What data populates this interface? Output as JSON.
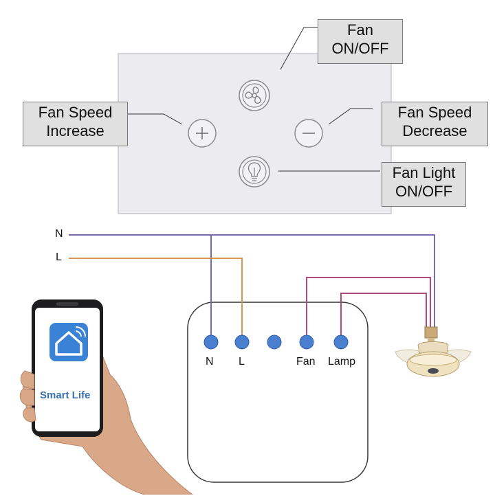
{
  "callouts": {
    "fan_toggle": [
      "Fan",
      "ON/OFF"
    ],
    "speed_increase": [
      "Fan Speed",
      "Increase"
    ],
    "speed_decrease": [
      "Fan Speed",
      "Decrease"
    ],
    "light_toggle": [
      "Fan Light",
      "ON/OFF"
    ]
  },
  "wires": {
    "neutral": "N",
    "live": "L"
  },
  "terminals": [
    "N",
    "L",
    "",
    "Fan",
    "Lamp"
  ],
  "phone": {
    "app_name": "Smart Life",
    "icon": "home-wifi-icon"
  },
  "icons": {
    "fan": "fan-icon",
    "plus": "plus-icon",
    "minus": "minus-icon",
    "bulb": "bulb-icon"
  },
  "colors": {
    "neutral_wire": "#7a6aa8",
    "live_wire": "#d99455",
    "fan_wire": "#b34a78",
    "lamp_wire": "#b34a78",
    "terminal": "#4a7fd0",
    "app_blue": "#3a82d6"
  }
}
